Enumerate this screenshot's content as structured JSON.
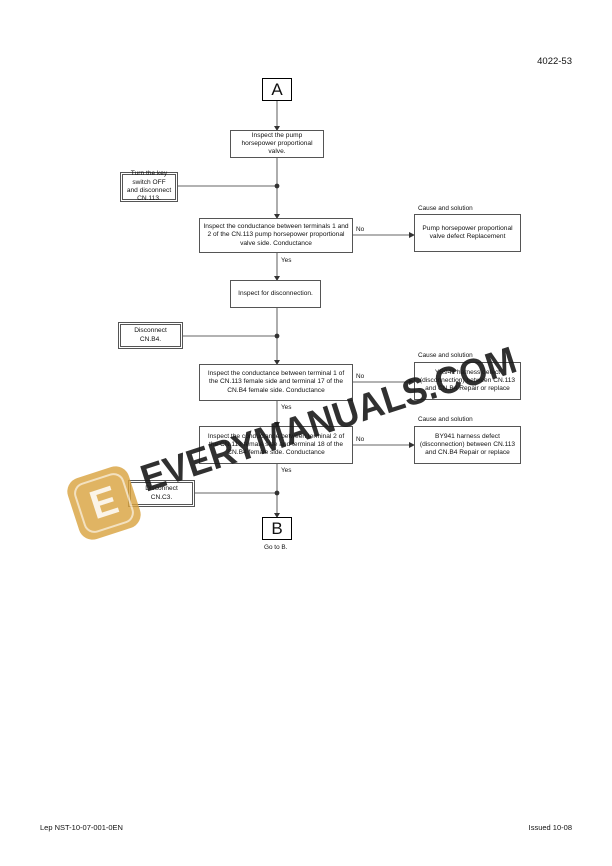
{
  "header": {
    "page_number": "4022-53"
  },
  "flow": {
    "start_label": "A",
    "end_label": "B",
    "end_caption": "Go to B.",
    "steps": {
      "inspect_pump": "Inspect the pump horsepower proportional valve.",
      "turn_key": "Turn the key switch OFF and disconnect CN.113.",
      "conductance_1_2": "Inspect the conductance between terminals 1 and 2 of the CN.113 pump horsepower proportional valve side. Conductance",
      "inspect_disconnection": "Inspect for disconnection.",
      "disconnect_b4": "Disconnect CN.B4.",
      "conductance_1_17": "Inspect the conductance between terminal 1 of the CN.113 female side and terminal 17 of the CN.B4 female side. Conductance",
      "conductance_2_18": "Inspect the conductance between terminal 2 of the CN.113 female side and terminal 18 of the CN.B4 female side. Conductance",
      "disconnect_c3": "Disconnect CN.C3."
    },
    "causes": {
      "heading": "Cause and solution",
      "pump_valve_defect": "Pump horsepower proportional valve defect Replacement",
      "yr_harness": "YR941 harness defect (disconnection) between CN.113 and CN.B4 Repair or replace",
      "by_harness": "BY941 harness defect (disconnection) between CN.113 and CN.B4 Repair or replace"
    },
    "yes_label": "Yes",
    "no_label": "No"
  },
  "watermark": {
    "text": "EVERYMANUALS.COM",
    "logo_letter": "E"
  },
  "footer": {
    "left": "Lep NST-10-07-001-0EN",
    "right": "Issued 10-08"
  }
}
